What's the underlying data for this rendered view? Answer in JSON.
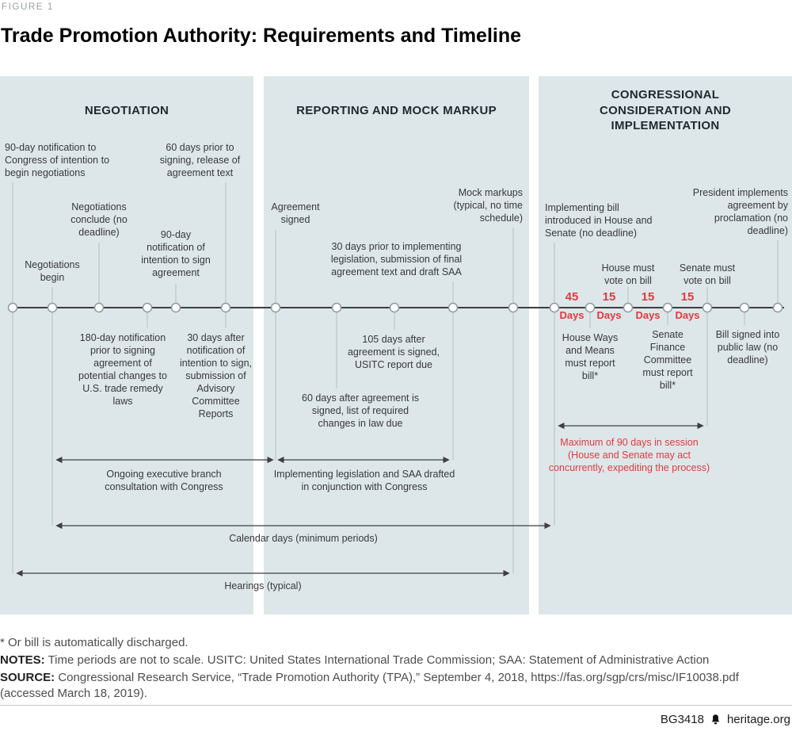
{
  "figure": {
    "eyebrow": "FIGURE 1",
    "title": "Trade Promotion Authority: Requirements and Timeline"
  },
  "panels": [
    {
      "title": "NEGOTIATION"
    },
    {
      "title": "REPORTING AND MOCK MARKUP"
    },
    {
      "title": "CONGRESSIONAL CONSIDERATION AND IMPLEMENTATION"
    }
  ],
  "labels": {
    "above": [
      "90-day notification to Congress of intention to begin negotiations",
      "Negotiations conclude (no deadline)",
      "Negotiations begin",
      "90-day notification of intention to sign agreement",
      "60 days prior to signing, release of agreement text",
      "Agreement signed",
      "30 days prior to implementing legislation, submission of final agreement text and draft SAA",
      "Mock markups (typical, no time schedule)",
      "Implementing bill introduced in House and Senate (no deadline)",
      "House must vote on bill",
      "Senate must vote on bill",
      "President implements agreement by proclamation (no deadline)"
    ],
    "below": [
      "180-day notification prior to signing agreement of potential changes to U.S. trade remedy laws",
      "30 days after notification of intention to sign, submission of Advisory Committee Reports",
      "105 days after agreement is signed, USITC report due",
      "60 days after agreement is signed, list of required changes in law due",
      "House Ways and Means must report bill*",
      "Senate Finance Committee must report bill*",
      "Bill signed into public law (no deadline)"
    ]
  },
  "durations": [
    {
      "num": "45",
      "unit": "Days"
    },
    {
      "num": "15",
      "unit": "Days"
    },
    {
      "num": "15",
      "unit": "Days"
    },
    {
      "num": "15",
      "unit": "Days"
    }
  ],
  "max_note": "Maximum of 90 days in session (House and Senate may act concurrently, expediting the process)",
  "spans": [
    "Ongoing executive branch consultation with Congress",
    "Implementing legislation and SAA drafted in conjunction with Congress",
    "Calendar days (minimum periods)",
    "Hearings (typical)"
  ],
  "footnotes": {
    "discharge": "* Or bill is automatically discharged.",
    "notes_label": "NOTES:",
    "notes_text": " Time periods are not to scale. USITC: United States International Trade Commission; SAA: Statement of Administrative Action",
    "source_label": "SOURCE:",
    "source_text": " Congressional Research Service, “Trade Promotion Authority (TPA),”  September 4, 2018, https://fas.org/sgp/crs/misc/IF10038.pdf (accessed March 18, 2019)."
  },
  "footer": {
    "doc_id": "BG3418",
    "site": "heritage.org"
  },
  "colors": {
    "panel_bg": "#dde7ea",
    "accent_red": "#e03a3e",
    "axis": "#3d3d3d"
  }
}
